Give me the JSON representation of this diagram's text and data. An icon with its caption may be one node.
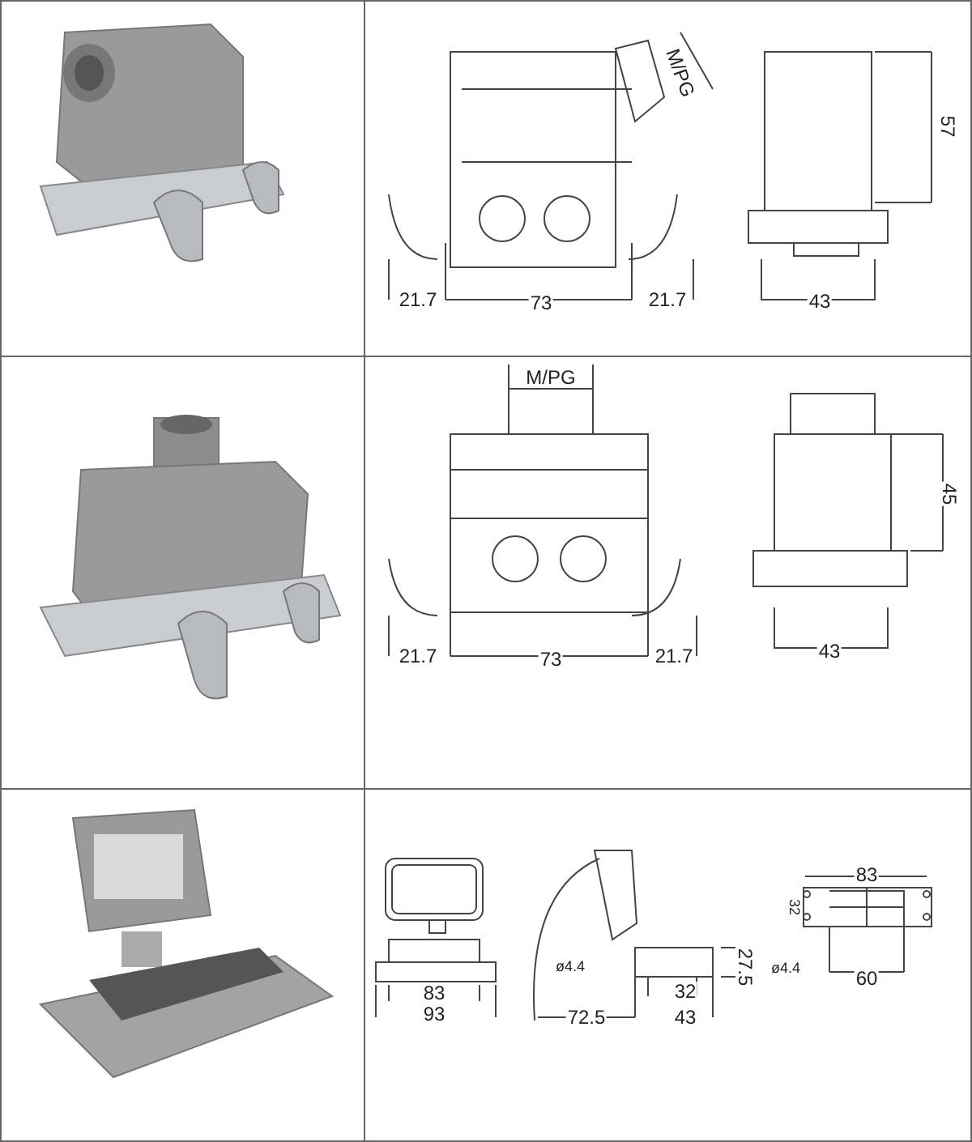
{
  "diagram": {
    "labels": [
      "M/PG",
      "57",
      "21.7",
      "73",
      "21.7",
      "43",
      "M/PG",
      "45",
      "21.7",
      "73",
      "21.7",
      "43",
      "83",
      "93",
      "ø4.4",
      "27.5",
      "32",
      "72.5",
      "43",
      "83",
      "32",
      "ø4.4",
      "60"
    ]
  }
}
